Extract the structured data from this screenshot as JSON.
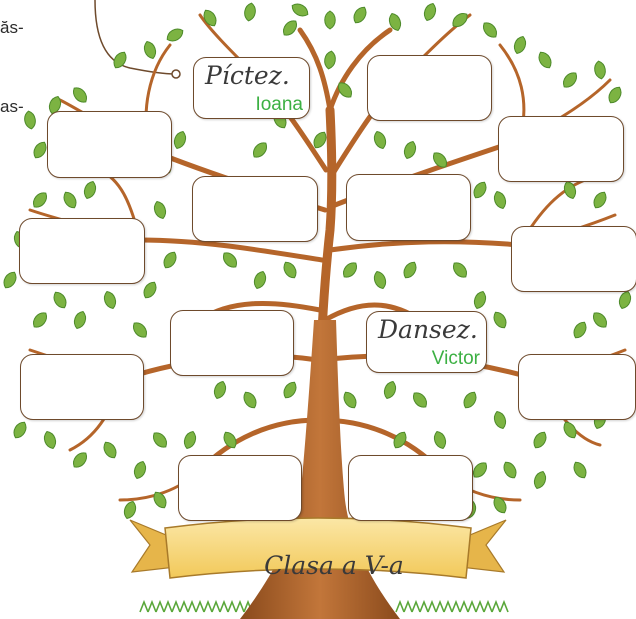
{
  "side_text": {
    "line1": "ăs-",
    "line2": "as-"
  },
  "boxes": {
    "b1": {
      "verb": "Píctez.",
      "name": "Ioana"
    },
    "b12": {
      "verb": "Dansez.",
      "name": "Victor"
    }
  },
  "banner": {
    "label": "Clasa a V-a"
  },
  "colors": {
    "trunk": "#b5652a",
    "leaf": "#7cb342",
    "leaf_dark": "#4d8a2a",
    "name_text": "#3cb043",
    "banner": "#f8dc8a"
  }
}
